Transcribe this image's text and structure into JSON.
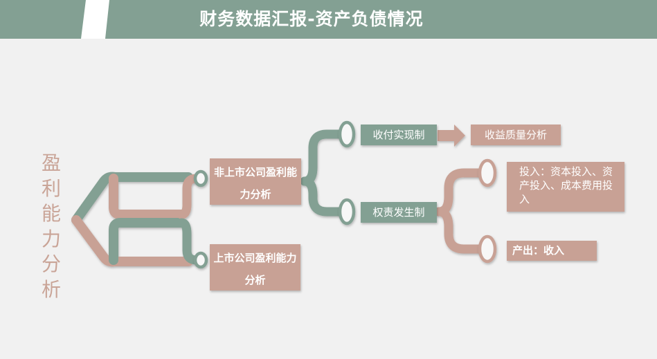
{
  "header": {
    "title": "财务数据汇报-资产负债情况"
  },
  "side_label": "盈利能力分析",
  "nodes": {
    "non_listed": "非上市公司盈利能力分析",
    "listed": "上市公司盈利能力分析",
    "cash_basis": "收付实现制",
    "income_quality": "收益质量分析",
    "accrual_basis": "权责发生制",
    "input": "投入：资本投入、资产投入、成本费用投入",
    "output": "产出：收入"
  },
  "colors": {
    "green": "#83a093",
    "pink": "#c8a195",
    "label": "#c9a497",
    "background": "#f1f1f1"
  }
}
